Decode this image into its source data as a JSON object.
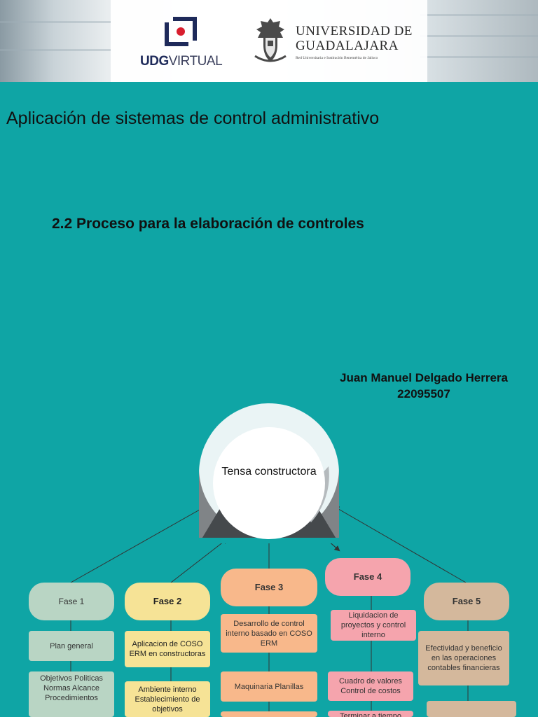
{
  "header": {
    "udg_logo_text_bold": "UDG",
    "udg_logo_text_light": "VIRTUAL",
    "university_line1": "UNIVERSIDAD DE",
    "university_line2": "GUADALAJARA",
    "university_subtitle": "Red Universitaria e Institución Benemérita de Jalisco"
  },
  "course_title": "Aplicación de sistemas de control administrativo",
  "topic_title": "2.2 Proceso para la elaboración de controles",
  "student": {
    "name": "Juan Manuel Delgado Herrera",
    "id": "22095507"
  },
  "diagram": {
    "center_label": "Tensa constructora",
    "phases": [
      {
        "label": "Fase 1",
        "items": [
          "Plan general",
          "Objetivos Politicas Normas Alcance Procedimientos"
        ]
      },
      {
        "label": "Fase 2",
        "items": [
          "Aplicacion  de COSO ERM en constructoras",
          "Ambiente interno Establecimiento de objetivos"
        ]
      },
      {
        "label": "Fase 3",
        "items": [
          "Desarrollo de control interno basado en COSO ERM",
          "Maquinaria Planillas"
        ]
      },
      {
        "label": "Fase 4",
        "items": [
          "Liquidacion de proyectos y control interno",
          "Cuadro de valores Control de costos",
          "Terminar a tiempo"
        ]
      },
      {
        "label": "Fase 5",
        "items": [
          "Efectividad y beneficio en las operaciones contables financieras"
        ]
      }
    ]
  },
  "colors": {
    "background": "#0fa5a5",
    "fase1": "#b9d5c4",
    "fase2": "#f6e396",
    "fase3": "#f8b88b",
    "fase4": "#f5a4ad",
    "fase5": "#d4b89c"
  }
}
